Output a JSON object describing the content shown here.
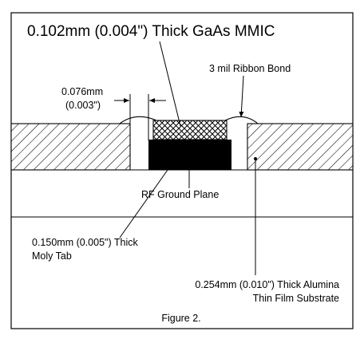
{
  "title": "0.102mm (0.004\") Thick GaAs MMIC",
  "labels": {
    "ribbon_bond": "3 mil Ribbon Bond",
    "gap_mm": "0.076mm",
    "gap_in": "(0.003\")",
    "ground_plane": "RF Ground Plane",
    "moly_tab_line1": "0.150mm (0.005\") Thick",
    "moly_tab_line2": "Moly Tab",
    "substrate_line1": "0.254mm (0.010\") Thick Alumina",
    "substrate_line2": "Thin Film Substrate"
  },
  "caption": "Figure 2.",
  "colors": {
    "ink": "#000000",
    "paper": "#ffffff"
  }
}
